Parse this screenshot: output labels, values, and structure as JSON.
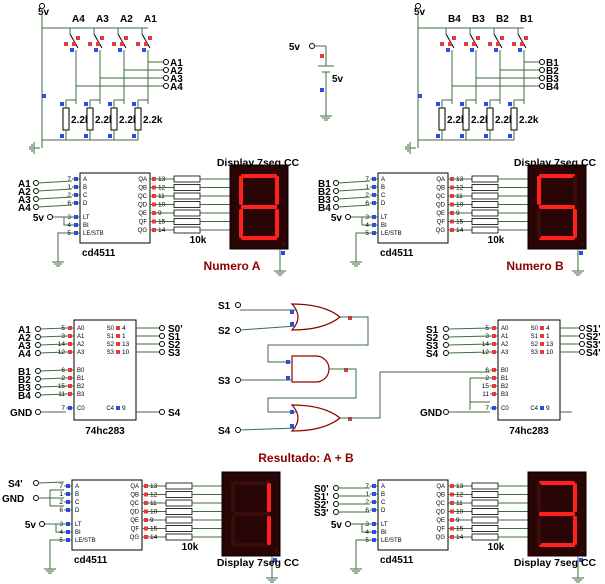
{
  "top_left": {
    "vcc": "5v",
    "switches": [
      "A4",
      "A3",
      "A2",
      "A1"
    ],
    "buses": [
      "A1",
      "A2",
      "A3",
      "A4"
    ],
    "resistors": [
      "2.2k",
      "2.2k",
      "2.2k",
      "2.2k"
    ]
  },
  "top_right": {
    "vcc": "5v",
    "switches": [
      "B4",
      "B3",
      "B2",
      "B1"
    ],
    "buses": [
      "B1",
      "B2",
      "B3",
      "B4"
    ],
    "resistors": [
      "2.2k",
      "2.2k",
      "2.2k",
      "2.2k"
    ]
  },
  "battery": {
    "left": "5v",
    "right": "5v"
  },
  "decoder_a": {
    "inputs": [
      "A1",
      "A2",
      "A3",
      "A4"
    ],
    "vcc": "5v",
    "in_pins": [
      "7",
      "1",
      "2",
      "6",
      "3",
      "4",
      "5"
    ],
    "in_names": [
      "A",
      "B",
      "C",
      "D",
      "LT",
      "BI",
      "LE/STB"
    ],
    "out_pins": [
      "13",
      "12",
      "11",
      "10",
      "9",
      "15",
      "14"
    ],
    "out_names": [
      "QA",
      "QB",
      "QC",
      "QD",
      "QE",
      "QF",
      "QG"
    ],
    "chip": "cd4511",
    "res": "10k",
    "disp_title": "Display 7seg CC",
    "caption": "Numero A",
    "digit": "8"
  },
  "decoder_b": {
    "inputs": [
      "B1",
      "B2",
      "B3",
      "B4"
    ],
    "vcc": "5v",
    "in_pins": [
      "7",
      "1",
      "2",
      "6",
      "3",
      "4",
      "5"
    ],
    "in_names": [
      "A",
      "B",
      "C",
      "D",
      "LT",
      "BI",
      "LE/STB"
    ],
    "out_pins": [
      "13",
      "12",
      "11",
      "10",
      "9",
      "15",
      "14"
    ],
    "out_names": [
      "QA",
      "QB",
      "QC",
      "QD",
      "QE",
      "QF",
      "QG"
    ],
    "chip": "cd4511",
    "res": "10k",
    "disp_title": "Display 7seg CC",
    "caption": "Numero B",
    "digit": "5"
  },
  "adder_1": {
    "a_in": [
      "A1",
      "A2",
      "A3",
      "A4"
    ],
    "b_in": [
      "B1",
      "B2",
      "B3",
      "B4"
    ],
    "gnd": "GND",
    "a_pins": [
      "5",
      "3",
      "14",
      "12"
    ],
    "a_names": [
      "A0",
      "A1",
      "A2",
      "A3"
    ],
    "b_pins": [
      "6",
      "2",
      "15",
      "11"
    ],
    "b_names": [
      "B0",
      "B1",
      "B2",
      "B3"
    ],
    "cin_pin": "7",
    "cin_name": "C0",
    "s_pins": [
      "4",
      "1",
      "13",
      "10"
    ],
    "s_names": [
      "S0",
      "S1",
      "S2",
      "S3"
    ],
    "cout_pin": "9",
    "cout_name": "C4",
    "outputs": [
      "S0'",
      "S1",
      "S2",
      "S3"
    ],
    "carry_out": "S4",
    "chip": "74hc283"
  },
  "gates": {
    "inputs": [
      "S1",
      "S2",
      "S3",
      "S4"
    ]
  },
  "adder_2": {
    "a_in": [
      "S1",
      "S2",
      "S3",
      "S4"
    ],
    "gnd": "GND",
    "a_pins": [
      "5",
      "3",
      "14",
      "12"
    ],
    "a_names": [
      "A0",
      "A1",
      "A2",
      "A3"
    ],
    "b_pins": [
      "6",
      "2",
      "15",
      "11"
    ],
    "b_names": [
      "B0",
      "B1",
      "B2",
      "B3"
    ],
    "cin_pin": "7",
    "cin_name": "C0",
    "s_pins": [
      "4",
      "1",
      "13",
      "10"
    ],
    "s_names": [
      "S0",
      "S1",
      "S2",
      "S3"
    ],
    "cout_pin": "9",
    "cout_name": "C4",
    "outputs": [
      "S1'",
      "S2'",
      "S3'",
      "S4'"
    ],
    "chip": "74hc283"
  },
  "result_caption": "Resultado: A + B",
  "decoder_c": {
    "inputs": [
      "S4'",
      "GND"
    ],
    "vcc": "5v",
    "in_pins": [
      "7",
      "1",
      "2",
      "6",
      "3",
      "4",
      "5"
    ],
    "in_names": [
      "A",
      "B",
      "C",
      "D",
      "LT",
      "BI",
      "LE/STB"
    ],
    "out_pins": [
      "13",
      "12",
      "11",
      "10",
      "9",
      "15",
      "14"
    ],
    "out_names": [
      "QA",
      "QB",
      "QC",
      "QD",
      "QE",
      "QF",
      "QG"
    ],
    "chip": "cd4511",
    "res": "10k",
    "disp_title": "Display 7seg CC",
    "digit": "1"
  },
  "decoder_d": {
    "inputs": [
      "S0'",
      "S1'",
      "S2'",
      "S3'"
    ],
    "vcc": "5v",
    "in_pins": [
      "7",
      "1",
      "2",
      "6",
      "3",
      "4",
      "5"
    ],
    "in_names": [
      "A",
      "B",
      "C",
      "D",
      "LT",
      "BI",
      "LE/STB"
    ],
    "out_pins": [
      "13",
      "12",
      "11",
      "10",
      "9",
      "15",
      "14"
    ],
    "out_names": [
      "QA",
      "QB",
      "QC",
      "QD",
      "QE",
      "QF",
      "QG"
    ],
    "chip": "cd4511",
    "res": "10k",
    "disp_title": "Display 7seg CC",
    "digit": "3"
  }
}
